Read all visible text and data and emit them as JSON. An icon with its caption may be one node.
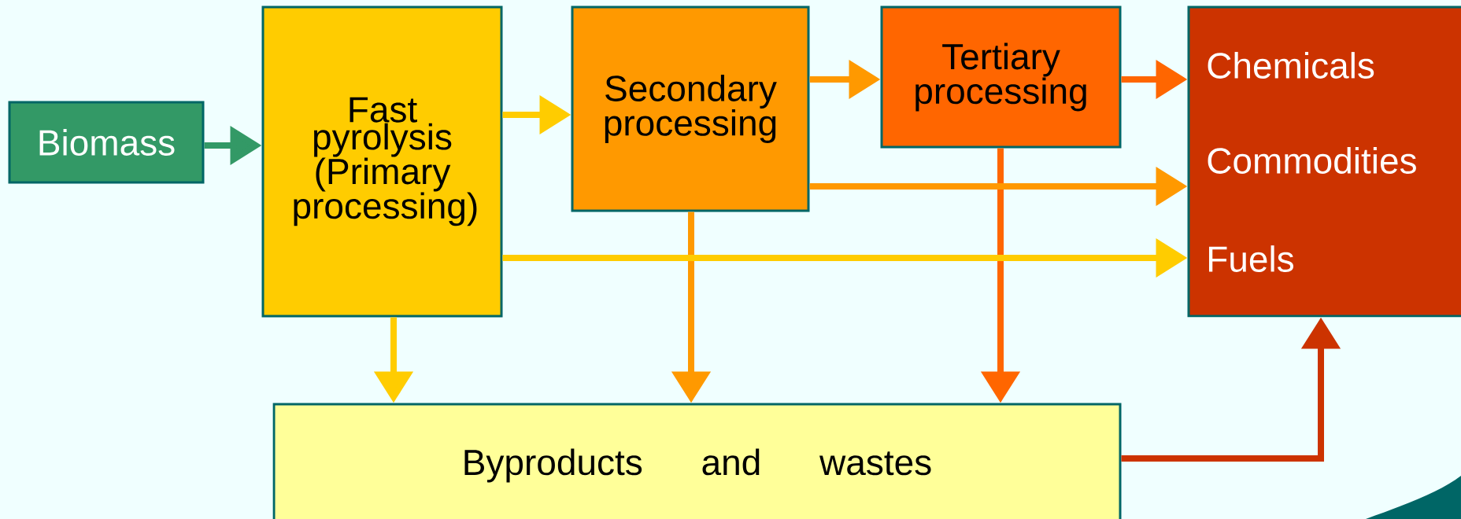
{
  "diagram": {
    "nodes": [
      {
        "text": [
          "Biomass"
        ]
      },
      {
        "text": [
          "Fast pyrolysis (Primary processing)"
        ]
      },
      {
        "text": [
          "Secondary processing"
        ]
      },
      {
        "text": [
          "Tertiary processing"
        ]
      },
      {
        "text": [
          "Chemicals",
          "Commodities",
          "Fuels"
        ]
      },
      {
        "text": [
          "Byproducts and wastes"
        ]
      }
    ],
    "edges": [
      {
        "from": 0,
        "to": 1,
        "arrow": "to",
        "color": "#339966"
      },
      {
        "from": 1,
        "to": 2,
        "arrow": "to",
        "color": "#ffcc00"
      },
      {
        "from": 2,
        "to": 3,
        "arrow": "to",
        "color": "#ff9900"
      },
      {
        "from": 3,
        "to": 4,
        "arrow": "to",
        "color": "#ff6600"
      },
      {
        "from": 2,
        "to": 4,
        "arrow": "to",
        "color": "#ff9900"
      },
      {
        "from": 1,
        "to": 4,
        "arrow": "to",
        "color": "#ffcc00"
      },
      {
        "from": 1,
        "to": 5,
        "arrow": "to",
        "color": "#ffcc00"
      },
      {
        "from": 2,
        "to": 5,
        "arrow": "to",
        "color": "#ff9900"
      },
      {
        "from": 3,
        "to": 5,
        "arrow": "to",
        "color": "#ff6600"
      },
      {
        "from": 5,
        "to": 4,
        "arrow": "to",
        "color": "#cc3300"
      }
    ]
  }
}
